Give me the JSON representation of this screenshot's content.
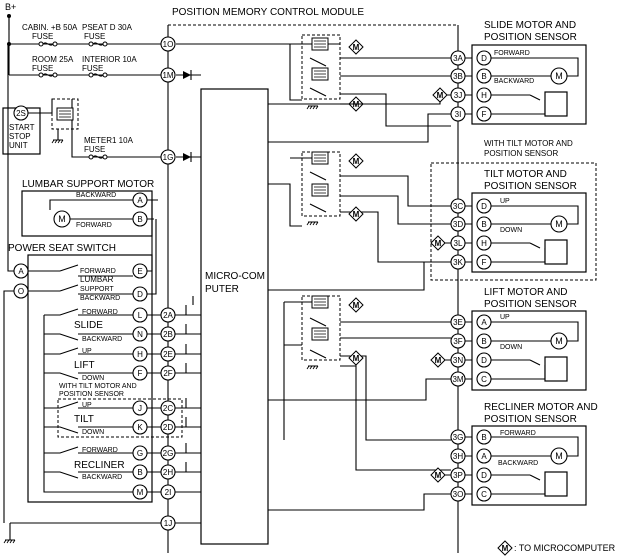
{
  "title": "POSITION MEMORY CONTROL MODULE",
  "power": "B+",
  "fuses": {
    "cabin": [
      "CABIN. +B 50A",
      "FUSE"
    ],
    "pseat": [
      "PSEAT D 30A",
      "FUSE"
    ],
    "room": [
      "ROOM 25A",
      "FUSE"
    ],
    "interior": [
      "INTERIOR 10A",
      "FUSE"
    ],
    "meter": [
      "METER1 10A",
      "FUSE"
    ]
  },
  "start_stop": {
    "pin": "2S",
    "label": [
      "START",
      "STOP",
      "UNIT"
    ]
  },
  "module_pins": [
    "1O",
    "1M",
    "1G",
    "2A",
    "2B",
    "2E",
    "2F",
    "2C",
    "2D",
    "2G",
    "2H",
    "2I",
    "1J"
  ],
  "microcomputer": [
    "MICRO-COM",
    "PUTER"
  ],
  "lumbar_motor": {
    "title": "LUMBAR SUPPORT MOTOR",
    "pins": [
      "A",
      "B"
    ],
    "labels": [
      "BACKWARD",
      "FORWARD"
    ]
  },
  "power_seat_switch": {
    "title": "POWER SEAT SWITCH",
    "left_pins": [
      "A",
      "O"
    ],
    "lumbar": {
      "pins": [
        "E",
        "D"
      ],
      "labels": [
        "FORWARD",
        "LUMBAR",
        "SUPPORT",
        "BACKWARD"
      ]
    },
    "slide": {
      "name": "SLIDE",
      "pins": [
        "L",
        "N"
      ],
      "labels": [
        "FORWARD",
        "BACKWARD"
      ]
    },
    "lift": {
      "name": "LIFT",
      "pins": [
        "H",
        "F"
      ],
      "labels": [
        "UP",
        "DOWN"
      ]
    },
    "tilt_note": [
      "WITH TILT MOTOR AND",
      "POSITION SENSOR"
    ],
    "tilt": {
      "name": "TILT",
      "pins": [
        "J",
        "K"
      ],
      "labels": [
        "UP",
        "DOWN"
      ]
    },
    "recliner": {
      "name": "RECLINER",
      "pins": [
        "G",
        "B"
      ],
      "labels": [
        "FORWARD",
        "BACKWARD"
      ]
    },
    "ground_pin": "M"
  },
  "slide_motor": {
    "title": [
      "SLIDE MOTOR AND",
      "POSITION SENSOR"
    ],
    "connector": [
      "3A",
      "3B",
      "3J",
      "3I"
    ],
    "pins": [
      "D",
      "B",
      "H",
      "F"
    ],
    "labels": [
      "FORWARD",
      "BACKWARD"
    ]
  },
  "tilt_motor": {
    "note": [
      "WITH TILT MOTOR AND",
      "POSITION SENSOR"
    ],
    "title": [
      "TILT MOTOR AND",
      "POSITION SENSOR"
    ],
    "connector": [
      "3C",
      "3D",
      "3L",
      "3K"
    ],
    "pins": [
      "D",
      "B",
      "H",
      "F"
    ],
    "labels": [
      "UP",
      "DOWN"
    ]
  },
  "lift_motor": {
    "title": [
      "LIFT MOTOR AND",
      "POSITION SENSOR"
    ],
    "connector": [
      "3E",
      "3F",
      "3N",
      "3M"
    ],
    "pins": [
      "A",
      "B",
      "D",
      "C"
    ],
    "labels": [
      "UP",
      "DOWN"
    ]
  },
  "recliner_motor": {
    "title": [
      "RECLINER MOTOR AND",
      "POSITION SENSOR"
    ],
    "connector": [
      "3G",
      "3H",
      "3P",
      "3O"
    ],
    "pins": [
      "B",
      "A",
      "D",
      "C"
    ],
    "labels": [
      "FORWARD",
      "BACKWARD"
    ]
  },
  "motor_symbol": "M",
  "legend": ": TO MICROCOMPUTER",
  "legend_icon": "diamond-m-icon"
}
